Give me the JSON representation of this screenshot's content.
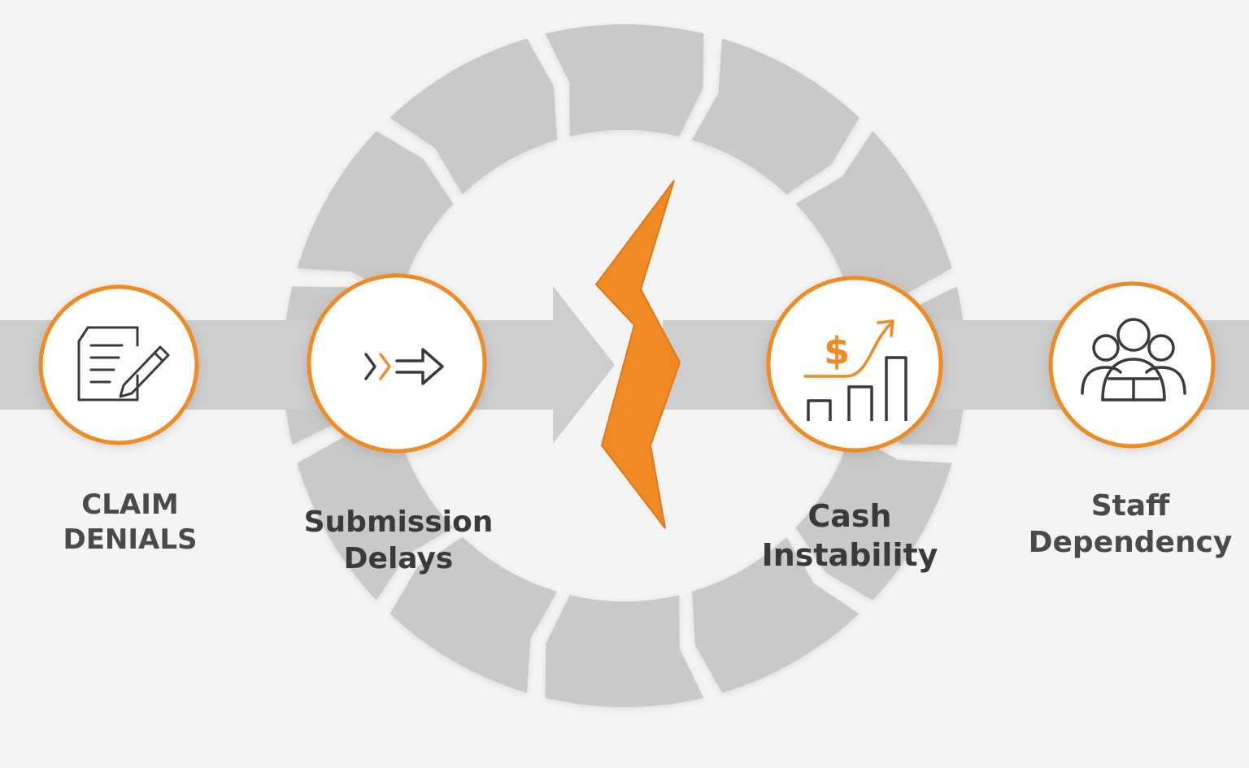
{
  "colors": {
    "accent": "#f08a24",
    "ring": "#c9c9c9",
    "band": "#cdcdcd",
    "icon": "#3a3a3a",
    "background": "#f4f4f4"
  },
  "nodes": [
    {
      "id": "claim",
      "icon": "document-edit-icon",
      "lines": [
        "CLAIM",
        "DENIALS"
      ]
    },
    {
      "id": "submission",
      "icon": "fast-forward-arrows-icon",
      "lines": [
        "Submission",
        "Delays"
      ]
    },
    {
      "id": "cash",
      "icon": "dollar-growth-chart-icon",
      "lines": [
        "Cash",
        "Instability"
      ]
    },
    {
      "id": "staff",
      "icon": "team-group-icon",
      "lines": [
        "Staff",
        "Dependency"
      ]
    }
  ],
  "center_icon": "lightning-break-icon"
}
